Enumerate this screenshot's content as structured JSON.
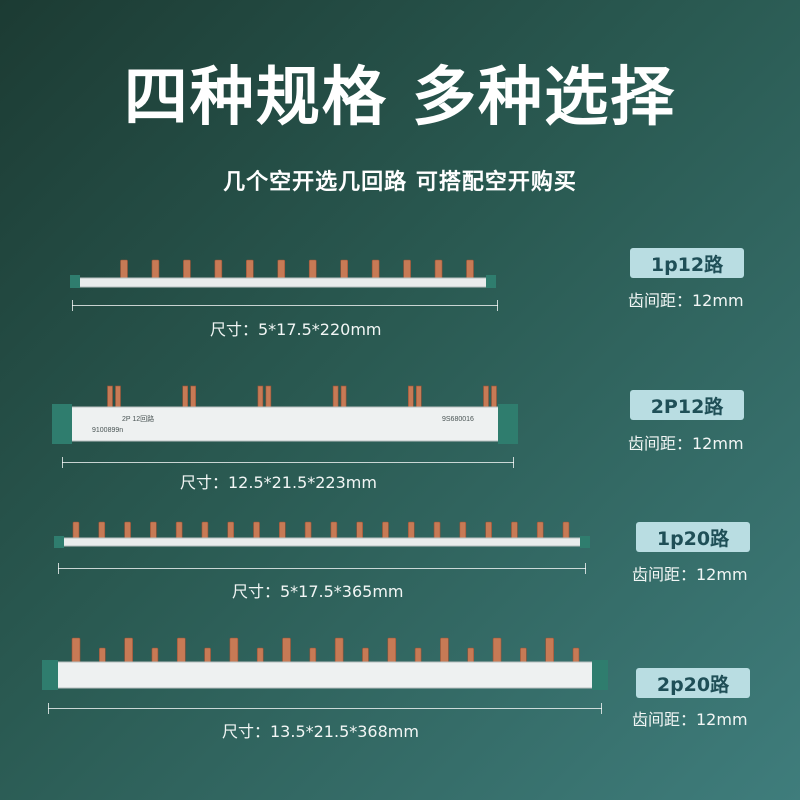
{
  "headline": "四种规格 多种选择",
  "subline": "几个空开选几回路 可搭配空开购买",
  "specs": [
    {
      "badge": "1p12路",
      "pitch": "齿间距：12mm",
      "size": "尺寸：5*17.5*220mm",
      "poles": 1,
      "teeth": 12,
      "label_texts": []
    },
    {
      "badge": "2P12路",
      "pitch": "齿间距：12mm",
      "size": "尺寸：12.5*21.5*223mm",
      "poles": 2,
      "teeth": 12,
      "label_texts": [
        "9100899n",
        "2P 12回路",
        "9S680016"
      ]
    },
    {
      "badge": "1p20路",
      "pitch": "齿间距：12mm",
      "size": "尺寸：5*17.5*365mm",
      "poles": 1,
      "teeth": 20,
      "label_texts": []
    },
    {
      "badge": "2p20路",
      "pitch": "齿间距：12mm",
      "size": "尺寸：13.5*21.5*368mm",
      "poles": 2,
      "teeth": 20,
      "label_texts": []
    }
  ],
  "colors": {
    "copper": "#c77a55",
    "copper_dark": "#9a5236",
    "bar_body": "#e9ecec",
    "end_cap": "#2f7d6e",
    "badge_bg": "#b9dde2",
    "badge_text": "#1f4f57"
  }
}
